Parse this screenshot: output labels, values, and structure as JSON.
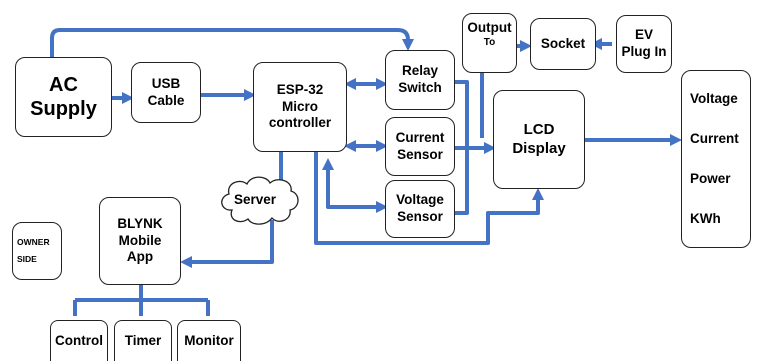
{
  "diagram": {
    "ac_supply": [
      "AC",
      "Supply"
    ],
    "usb_cable": [
      "USB",
      "Cable"
    ],
    "esp32": [
      "ESP-32",
      "Micro",
      "controller"
    ],
    "relay_switch": [
      "Relay",
      "Switch"
    ],
    "current_sensor": [
      "Current",
      "Sensor"
    ],
    "voltage_sensor": [
      "Voltage",
      "Sensor"
    ],
    "output_to": [
      "Output",
      "To"
    ],
    "socket": "Socket",
    "ev_plug_in": [
      "EV",
      "Plug In"
    ],
    "lcd_display": [
      "LCD",
      "Display"
    ],
    "display_values": [
      "Voltage",
      "Current",
      "Power",
      "KWh"
    ],
    "server": "Server",
    "blynk_app": [
      "BLYNK",
      "Mobile",
      "App"
    ],
    "owner_side": [
      "OWNER",
      "SIDE"
    ],
    "control": "Control",
    "timer": "Timer",
    "monitor": "Monitor",
    "arrow_color": "#4472C4"
  }
}
